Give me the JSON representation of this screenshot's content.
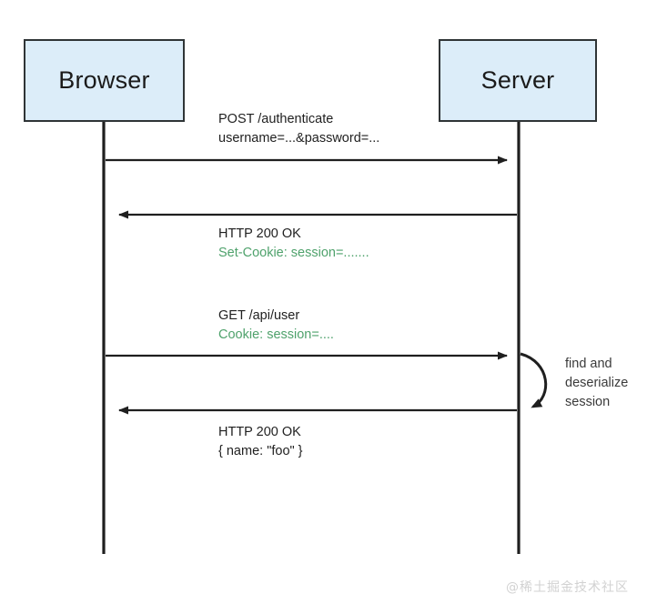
{
  "diagram": {
    "title": "HTTP session authentication sequence diagram",
    "participants": [
      {
        "id": "browser",
        "label": "Browser"
      },
      {
        "id": "server",
        "label": "Server"
      }
    ],
    "messages": [
      {
        "id": "post-authenticate",
        "direction": "browser-to-server",
        "line1": "POST /authenticate",
        "line2": "username=...&password=...",
        "line2_color": "#1f1f1f"
      },
      {
        "id": "http-200-set-cookie",
        "direction": "server-to-browser",
        "line1": "HTTP 200 OK",
        "line2": "Set-Cookie: session=.......",
        "line2_color": "#4fa26c"
      },
      {
        "id": "get-api-user",
        "direction": "browser-to-server",
        "line1": "GET /api/user",
        "line2": "Cookie: session=....",
        "line2_color": "#4fa26c"
      },
      {
        "id": "http-200-payload",
        "direction": "server-to-browser",
        "line1": "HTTP 200 OK",
        "line2": "{ name: \"foo\" }",
        "line2_color": "#1f1f1f"
      }
    ],
    "self_message": {
      "id": "find-deserialize-session",
      "on": "server",
      "line1": "find and",
      "line2": "deserialize",
      "line3": "session"
    },
    "watermark": "@稀土掘金技术社区",
    "colors": {
      "box_fill": "#dcedf9",
      "box_border": "#2f3436",
      "line": "#1f1f1f",
      "green_text": "#4fa26c",
      "watermark": "#d2d2d2"
    }
  }
}
